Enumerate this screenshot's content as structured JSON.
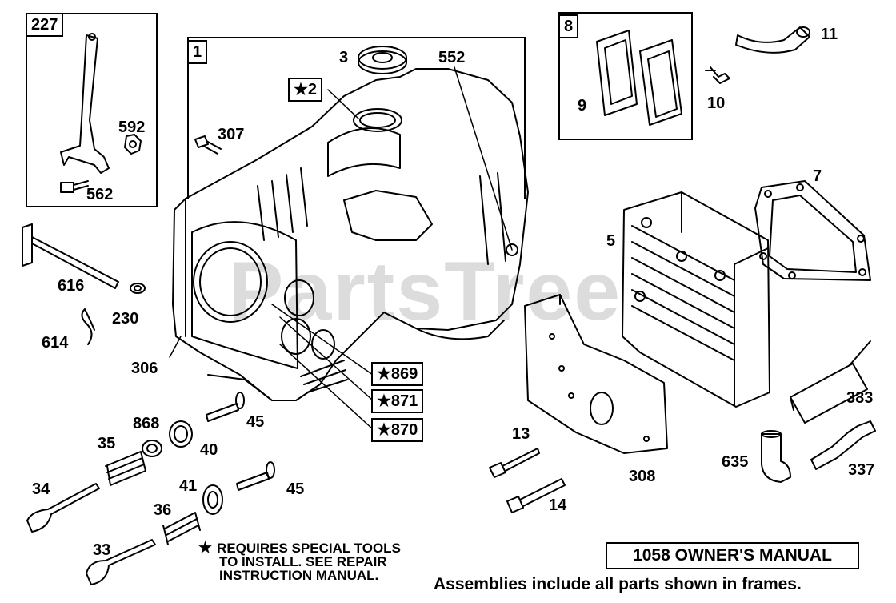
{
  "watermark": "PartsTree",
  "frames": {
    "f227": "227",
    "f1": "1",
    "f8": "8"
  },
  "special_callouts": {
    "c2": "★2",
    "c869": "★869",
    "c871": "★871",
    "c870": "★870"
  },
  "parts": {
    "p3": "3",
    "p552": "552",
    "p11": "11",
    "p592": "592",
    "p562": "562",
    "p307": "307",
    "p9": "9",
    "p10": "10",
    "p7": "7",
    "p5": "5",
    "p616": "616",
    "p230": "230",
    "p614": "614",
    "p306": "306",
    "p868": "868",
    "p35": "35",
    "p40": "40",
    "p45a": "45",
    "p45b": "45",
    "p34": "34",
    "p41": "41",
    "p36": "36",
    "p33": "33",
    "p13": "13",
    "p14": "14",
    "p308": "308",
    "p383": "383",
    "p635": "635",
    "p337": "337"
  },
  "note": {
    "star": "★",
    "line1": "REQUIRES SPECIAL TOOLS",
    "line2": "TO INSTALL.  SEE REPAIR",
    "line3": "INSTRUCTION MANUAL."
  },
  "manual_title": "1058 OWNER'S MANUAL",
  "footer": "Assemblies include all parts shown in frames."
}
